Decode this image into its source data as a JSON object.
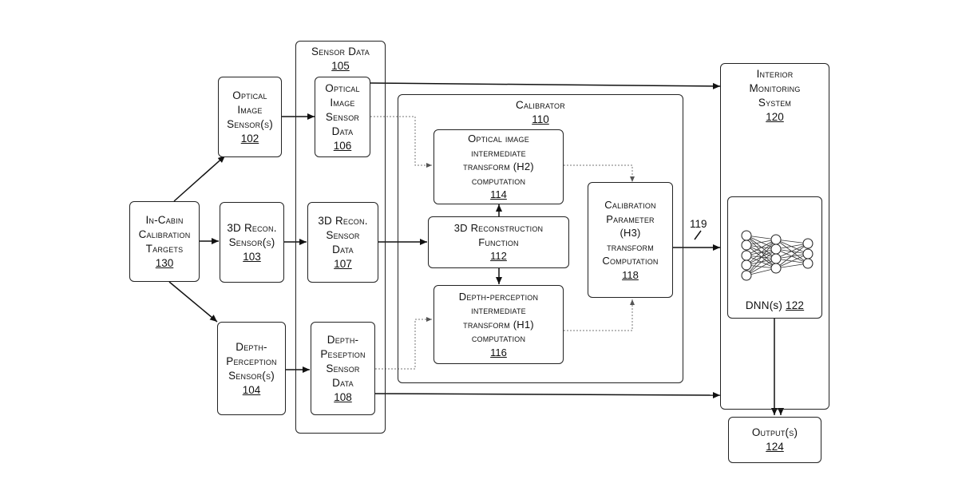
{
  "targets": {
    "lines": [
      "In-Cabin",
      "Calibration",
      "Targets"
    ],
    "ref": "130"
  },
  "optical_sensor": {
    "lines": [
      "Optical",
      "Image",
      "Sensor(s)"
    ],
    "ref": "102"
  },
  "recon_sensor": {
    "lines": [
      "3D Recon.",
      "Sensor(s)"
    ],
    "ref": "103"
  },
  "depth_sensor": {
    "lines": [
      "Depth-",
      "Perception",
      "Sensor(s)"
    ],
    "ref": "104"
  },
  "sensor_data": {
    "title": "Sensor Data",
    "ref": "105",
    "optical": {
      "lines": [
        "Optical",
        "Image",
        "Sensor",
        "Data"
      ],
      "ref": "106"
    },
    "recon": {
      "lines": [
        "3D Recon.",
        "Sensor",
        "Data"
      ],
      "ref": "107"
    },
    "depth": {
      "lines": [
        "Depth-",
        "Peseption",
        "Sensor",
        "Data"
      ],
      "ref": "108"
    }
  },
  "calibrator": {
    "title": "Calibrator",
    "ref": "110",
    "optical_transform": {
      "lines": [
        "Optical image",
        "intermediate",
        "transform (H2)",
        "computation"
      ],
      "ref": "114"
    },
    "recon_function": {
      "lines": [
        "3D Reconstruction",
        "Function"
      ],
      "ref": "112"
    },
    "depth_transform": {
      "lines": [
        "Depth-perception",
        "intermediate",
        "transform (H1)",
        "computation"
      ],
      "ref": "116"
    },
    "calibration_param": {
      "lines": [
        "Calibration",
        "Parameter",
        "(H3)",
        "transform",
        "Computation"
      ],
      "ref": "118"
    }
  },
  "link_label": "119",
  "monitoring": {
    "lines": [
      "Interior",
      "Monitoring",
      "System"
    ],
    "ref": "120"
  },
  "dnn": {
    "label": "DNN(s)",
    "ref": "122"
  },
  "output": {
    "lines": [
      "Output(s)"
    ],
    "ref": "124"
  }
}
